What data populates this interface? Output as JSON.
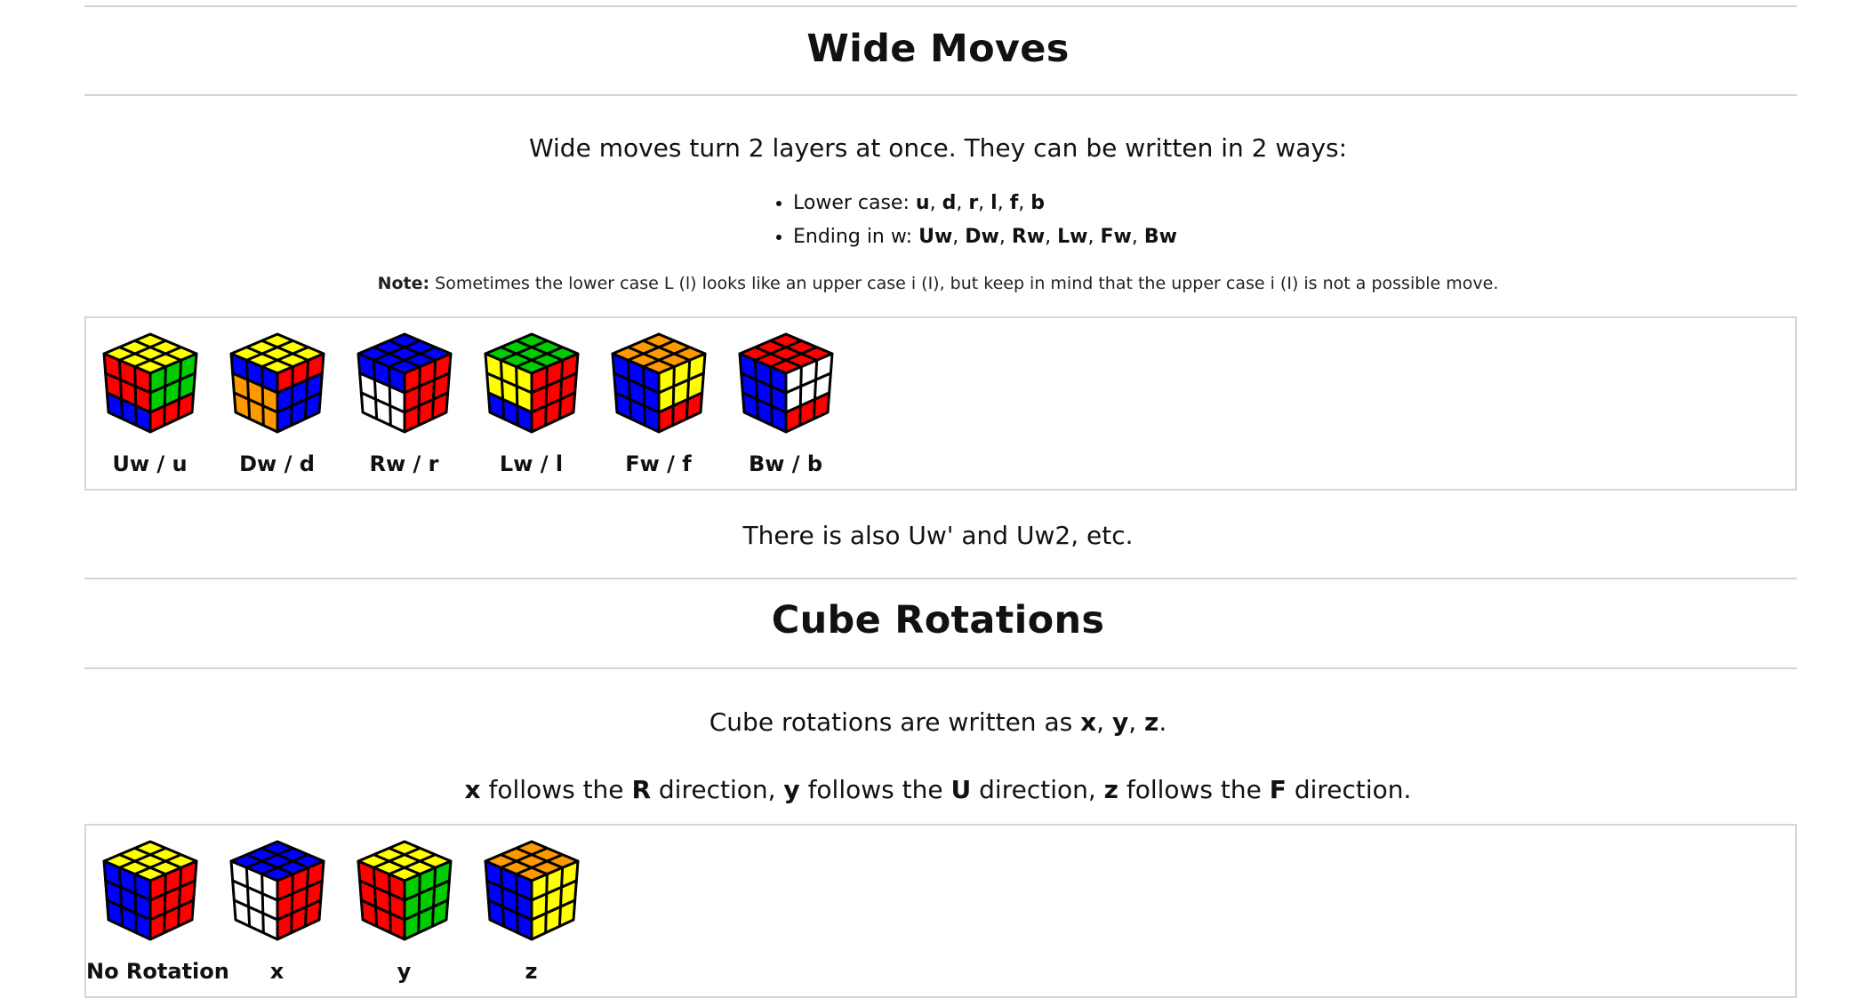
{
  "wide": {
    "title": "Wide Moves",
    "intro": "Wide moves turn 2 layers at once. They can be written in 2 ways:",
    "lower_prefix": "Lower case:",
    "lower_moves": [
      "u",
      "d",
      "r",
      "l",
      "f",
      "b"
    ],
    "ending_prefix": "Ending in w:",
    "ending_moves": [
      "Uw",
      "Dw",
      "Rw",
      "Lw",
      "Fw",
      "Bw"
    ],
    "note_label": "Note:",
    "note_text": "Sometimes the lower case L (l) looks like an upper case i (I), but keep in mind that the upper case i (I) is not a possible move.",
    "moves": [
      {
        "label": "Uw / u",
        "icon": "cube-uw-icon",
        "top": "#ffff00",
        "left": [
          "#ff0000",
          "#ff0000",
          "#0000ff"
        ],
        "right": [
          "#00cc00",
          "#00cc00",
          "#ff0000"
        ]
      },
      {
        "label": "Dw / d",
        "icon": "cube-dw-icon",
        "top": "#ffff00",
        "left": [
          "#0000ff",
          "#ff9900",
          "#ff9900"
        ],
        "right": [
          "#ff0000",
          "#0000ff",
          "#0000ff"
        ]
      },
      {
        "label": "Rw / r",
        "icon": "cube-rw-icon",
        "top": "#0000ff",
        "left": [
          "#0000ff",
          "#ffffff",
          "#ffffff"
        ],
        "right": [
          "#ff0000",
          "#ff0000",
          "#ff0000"
        ]
      },
      {
        "label": "Lw / l",
        "icon": "cube-lw-icon",
        "top": "#00cc00",
        "left": [
          "#ffff00",
          "#ffff00",
          "#0000ff"
        ],
        "right": [
          "#ff0000",
          "#ff0000",
          "#ff0000"
        ]
      },
      {
        "label": "Fw / f",
        "icon": "cube-fw-icon",
        "top": "#ff9900",
        "left": [
          "#0000ff",
          "#0000ff",
          "#0000ff"
        ],
        "right": [
          "#ffff00",
          "#ffff00",
          "#ff0000"
        ]
      },
      {
        "label": "Bw / b",
        "icon": "cube-bw-icon",
        "top": "#ff0000",
        "left": [
          "#0000ff",
          "#0000ff",
          "#0000ff"
        ],
        "right": [
          "#ffffff",
          "#ffffff",
          "#ff0000"
        ]
      }
    ],
    "also": "There is also Uw' and Uw2, etc."
  },
  "rotations": {
    "title": "Cube Rotations",
    "line1_prefix": "Cube rotations are written as",
    "line1_moves": [
      "x",
      "y",
      "z"
    ],
    "line2": [
      {
        "bold": "x",
        "text": " follows the "
      },
      {
        "bold": "R",
        "text": " direction, "
      },
      {
        "bold": "y",
        "text": " follows the "
      },
      {
        "bold": "U",
        "text": " direction, "
      },
      {
        "bold": "z",
        "text": " follows the "
      },
      {
        "bold": "F",
        "text": " direction."
      }
    ],
    "items": [
      {
        "label": "No Rotation",
        "icon": "cube-no-rotation-icon",
        "top": "#ffff00",
        "left": [
          "#0000ff",
          "#0000ff",
          "#0000ff"
        ],
        "right": [
          "#ff0000",
          "#ff0000",
          "#ff0000"
        ]
      },
      {
        "label": "x",
        "icon": "cube-x-icon",
        "top": "#0000ff",
        "left": [
          "#ffffff",
          "#ffffff",
          "#ffffff"
        ],
        "right": [
          "#ff0000",
          "#ff0000",
          "#ff0000"
        ]
      },
      {
        "label": "y",
        "icon": "cube-y-icon",
        "top": "#ffff00",
        "left": [
          "#ff0000",
          "#ff0000",
          "#ff0000"
        ],
        "right": [
          "#00cc00",
          "#00cc00",
          "#00cc00"
        ]
      },
      {
        "label": "z",
        "icon": "cube-z-icon",
        "top": "#ff9900",
        "left": [
          "#0000ff",
          "#0000ff",
          "#0000ff"
        ],
        "right": [
          "#ffff00",
          "#ffff00",
          "#ffff00"
        ]
      }
    ]
  }
}
